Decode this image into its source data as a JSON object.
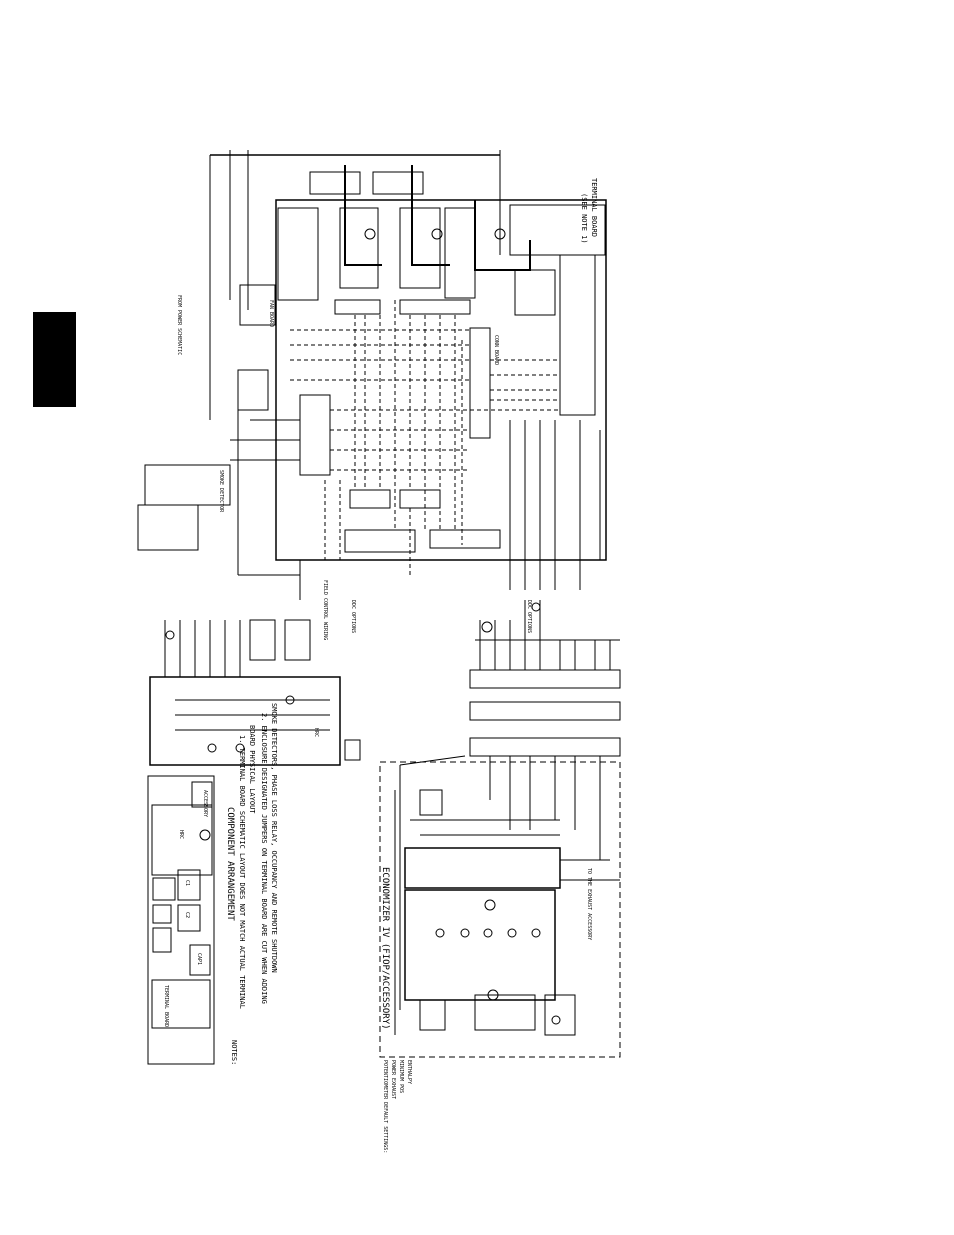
{
  "component_arrangement": {
    "title": "COMPONENT ARRANGEMENT",
    "accessory_label": "ACCESSORY",
    "terminal_board_label": "TERMINAL BOARD",
    "hrc_label": "HRC",
    "c1_label": "C1",
    "c2_label": "C2",
    "cap1_label": "CAP1"
  },
  "notes": {
    "header": "NOTES:",
    "note1": "1. TERMINAL BOARD SCHEMATIC LAYOUT DOES NOT MATCH ACTUAL TERMINAL",
    "note1b": "BOARD PHYSICAL LAYOUT",
    "note2": "2. ENCLOSURE DESIGNATED JUMPERS ON TERMINAL BOARD ARE CUT WHEN ADDING",
    "note2b": "SMOKE DETECTORS, PHASE LOSS RELAY, OCCUPANCY AND REMOTE SHUTDOWN"
  },
  "economizer": {
    "title": "ECONOMIZER IV (FIOP/ACCESSORY)",
    "exhaust_note": "TO THE EXHAUST ACCESSORY",
    "settings": "POTENTIOMETER DEFAULT SETTINGS:",
    "power_exhaust": "POWER EXHAUST",
    "minimum_pos": "MINIMUM POS",
    "enthalpy": "ENTHALPY"
  },
  "terminal_board": {
    "title": "TERMINAL BOARD",
    "see_note": "(SEE NOTE 1)"
  },
  "labels": {
    "field_wiring": "FROM POWER SCHEMATIC",
    "ddc_options": "DDC OPTIONS",
    "ddc_options_2": "DDC OPTIONS",
    "conn_board": "CONN BOARD",
    "fan_board": "FAN BOARD",
    "hrc": "HRC",
    "sensor_pwr": "SMOKE DETECTOR",
    "field_ctrl": "FIELD CONTROL WIRING"
  }
}
